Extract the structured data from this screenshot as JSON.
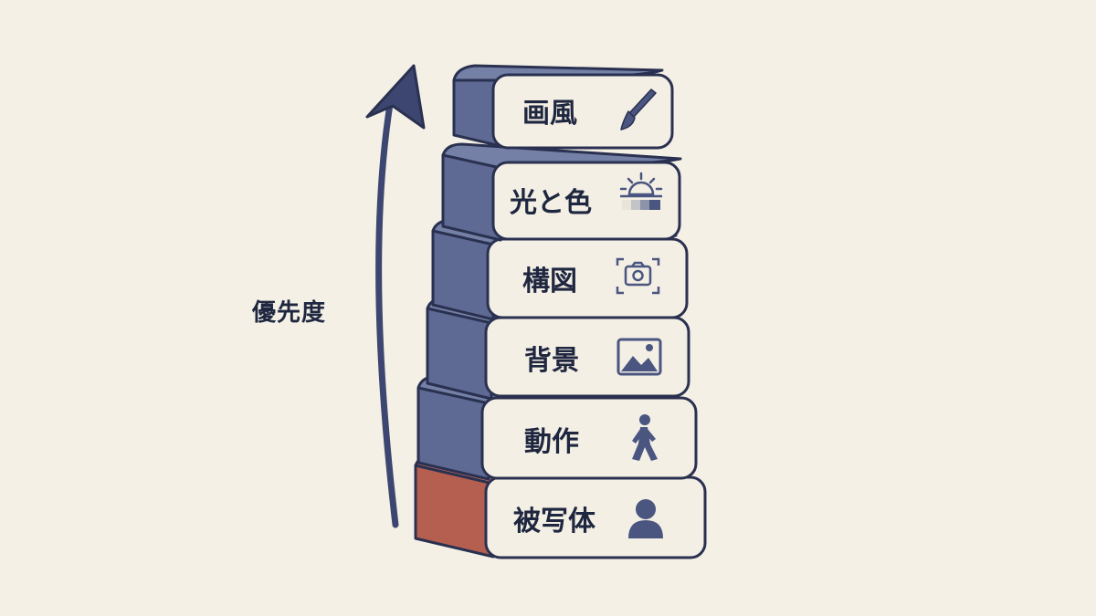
{
  "axis": {
    "label": "優先度",
    "direction": "up"
  },
  "colors": {
    "background": "#f4f0e6",
    "block_side": "#5e6a94",
    "block_face": "#f3efe4",
    "base_side": "#b55f50",
    "outline": "#2a3150",
    "arrow": "#3d4670"
  },
  "blocks": [
    {
      "label": "画風",
      "icon": "paintbrush-icon"
    },
    {
      "label": "光と色",
      "icon": "sunrise-gradient-icon"
    },
    {
      "label": "構図",
      "icon": "camera-frame-icon"
    },
    {
      "label": "背景",
      "icon": "landscape-image-icon"
    },
    {
      "label": "動作",
      "icon": "walking-person-icon"
    },
    {
      "label": "被写体",
      "icon": "person-icon",
      "highlight": true
    }
  ]
}
